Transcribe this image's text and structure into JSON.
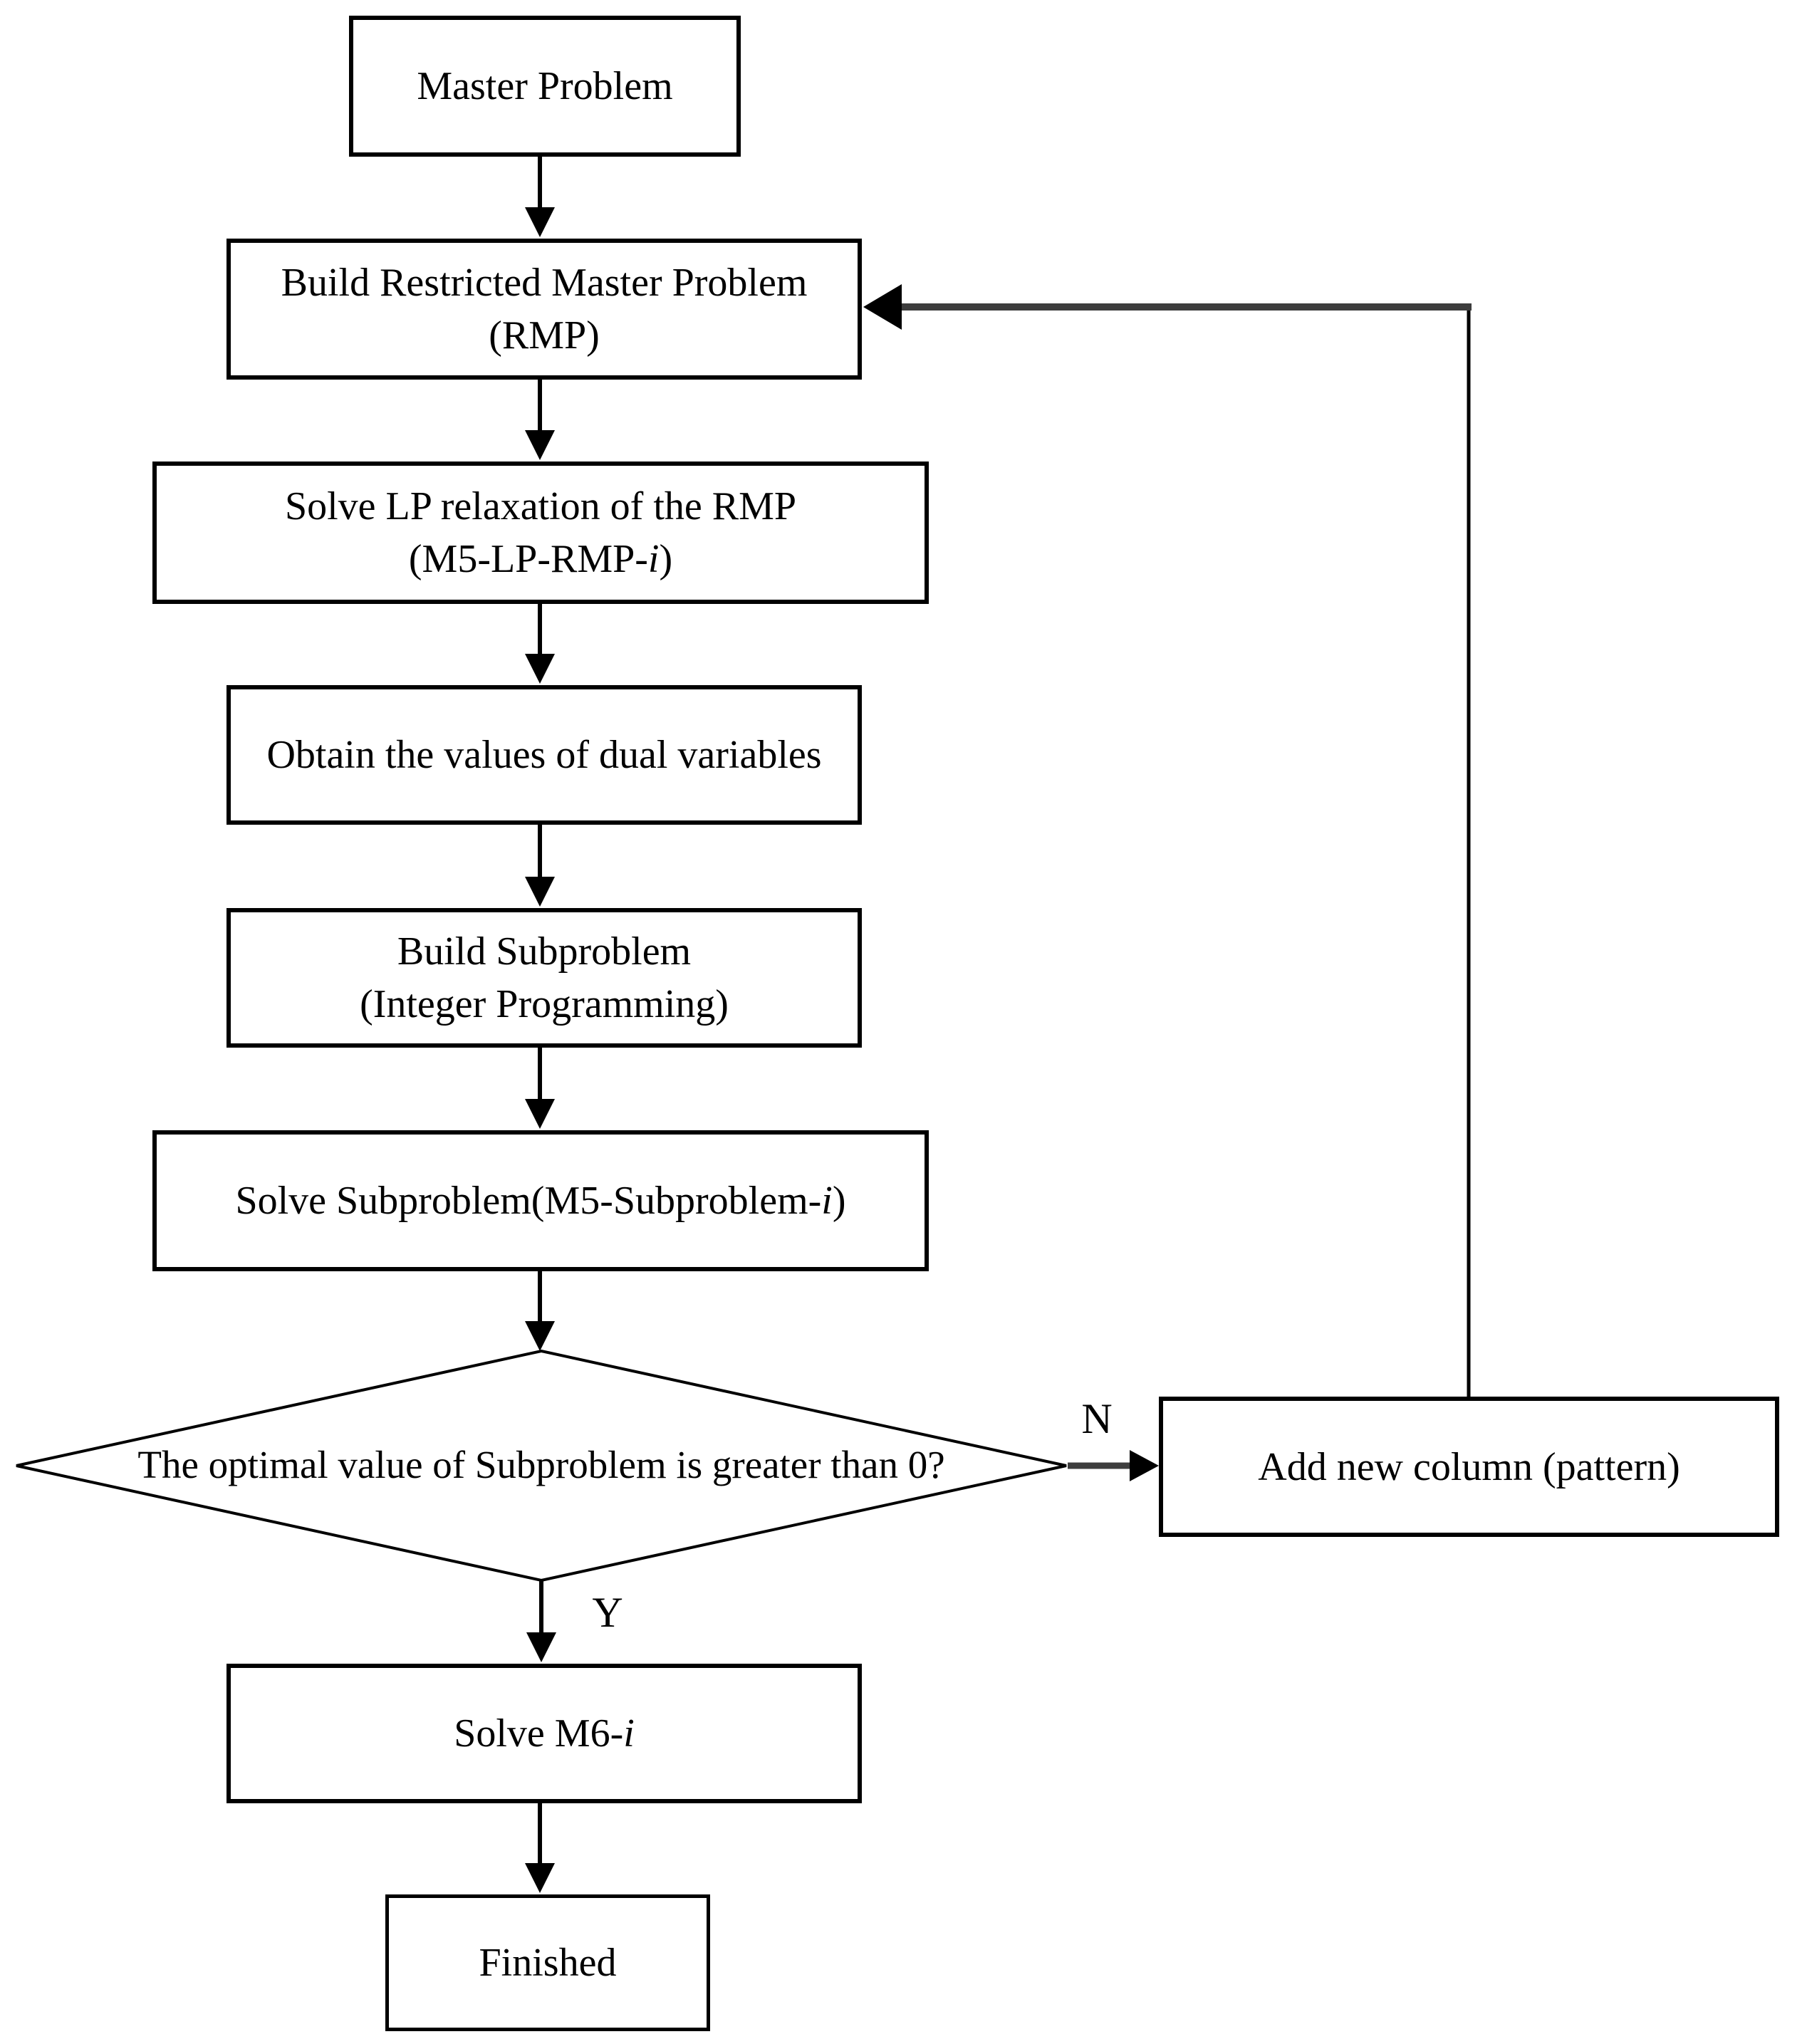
{
  "diagram": {
    "nodes": {
      "master": {
        "line1": "Master Problem"
      },
      "build_rmp": {
        "line1": "Build Restricted Master Problem",
        "line2": "(RMP)"
      },
      "solve_lp": {
        "line1": "Solve LP relaxation of the RMP",
        "line2_pre": "(M5-LP-RMP-",
        "line2_it": "i",
        "line2_post": ")"
      },
      "dual_values": {
        "line1": "Obtain the values of dual variables"
      },
      "build_subproblem": {
        "line1": "Build Subproblem",
        "line2": "(Integer Programming)"
      },
      "solve_subproblem": {
        "line1_pre": "Solve Subproblem(M5-Subproblem-",
        "line1_it": "i",
        "line1_post": ")"
      },
      "decision": {
        "line1": "The optimal value of Subproblem is greater than 0?"
      },
      "add_column": {
        "line1": "Add new column (pattern)"
      },
      "solve_m6": {
        "line1_pre": "Solve M6-",
        "line1_it": "i",
        "line1_post": ""
      },
      "finished": {
        "line1": "Finished"
      }
    },
    "edge_labels": {
      "no": "N",
      "yes": "Y"
    },
    "colors": {
      "line": "#000000",
      "thick_line": "#3d3d3d",
      "text": "#000000",
      "node_fill": "#ffffff",
      "background": "#ffffff"
    }
  }
}
